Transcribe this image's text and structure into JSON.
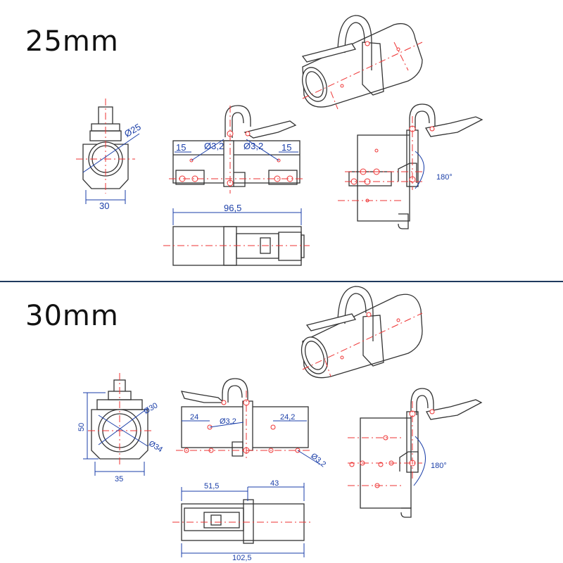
{
  "sections": {
    "top": {
      "title": "25mm"
    },
    "bottom": {
      "title": "30mm"
    }
  },
  "dims_25": {
    "diameter": "Ø25",
    "width": "30",
    "left_offset": "15",
    "right_offset": "15",
    "hole_left": "Ø3,2",
    "hole_right": "Ø3,2",
    "length": "96,5",
    "angle": "180°"
  },
  "dims_30": {
    "diameter_inner": "Ø30",
    "diameter_outer": "Ø34",
    "height": "50",
    "width": "35",
    "left_offset": "24",
    "right_offset": "24,2",
    "hole_top": "Ø3,2",
    "hole_side": "Ø3,2",
    "seg_left": "51,5",
    "seg_right": "43",
    "length": "102,5",
    "angle": "180°"
  },
  "colors": {
    "dimension": "#1a3ea8",
    "centerline": "#ee3333",
    "divider": "#1f3a5f"
  }
}
